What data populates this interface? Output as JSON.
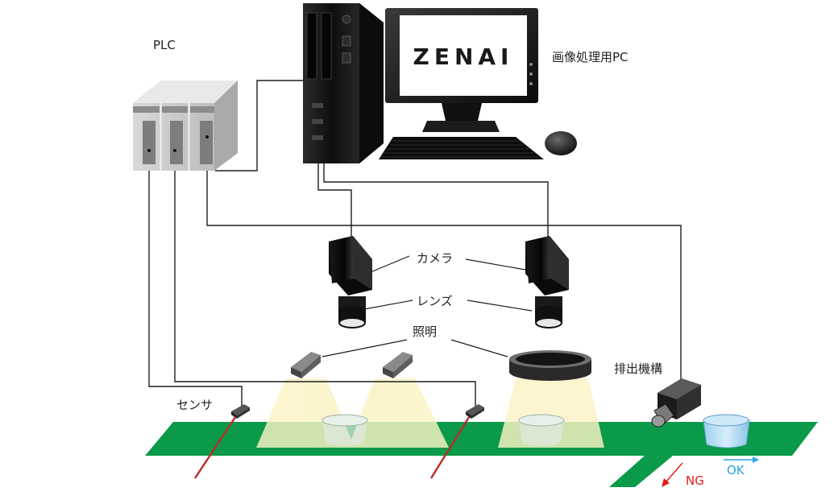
{
  "labels": {
    "plc": "PLC",
    "pc": "画像処理用PC",
    "camera": "カメラ",
    "lens": "レンズ",
    "light": "照明",
    "sensor": "センサ",
    "ejector": "排出機構",
    "ng": "NG",
    "ok": "OK",
    "monitor_logo": "ZENAI"
  },
  "colors": {
    "conveyor": "#0a9a49",
    "ng": "#e21b1b",
    "ok": "#2aa3e0",
    "beam": "#fbf3c4",
    "wire": "#1e1e1e",
    "laser": "#c02828"
  }
}
